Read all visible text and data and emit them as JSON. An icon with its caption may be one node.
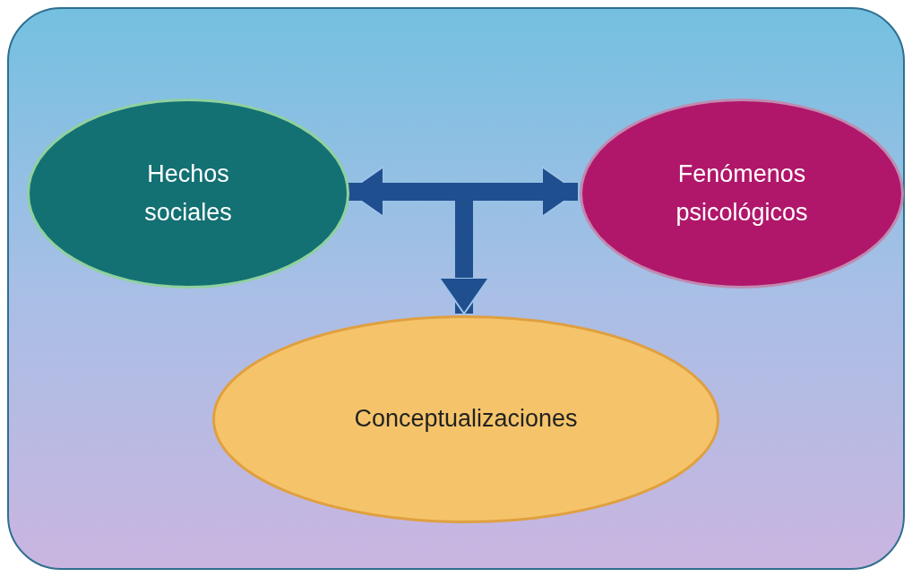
{
  "diagram": {
    "nodes": [
      {
        "text": [],
        "shape": "box"
      },
      {
        "text": [
          "Hechos sociales"
        ],
        "in": 0
      },
      {
        "text": [
          "Fenómenos psicológicos"
        ],
        "in": 0
      },
      {
        "text": [
          "Conceptualizaciones"
        ],
        "in": 0
      }
    ],
    "edges": [
      {
        "from": 1,
        "to": 2,
        "arrow": "both"
      },
      {
        "from": 1,
        "to": 3,
        "arrow": "to"
      },
      {
        "from": 2,
        "to": 3,
        "arrow": "to"
      }
    ]
  }
}
